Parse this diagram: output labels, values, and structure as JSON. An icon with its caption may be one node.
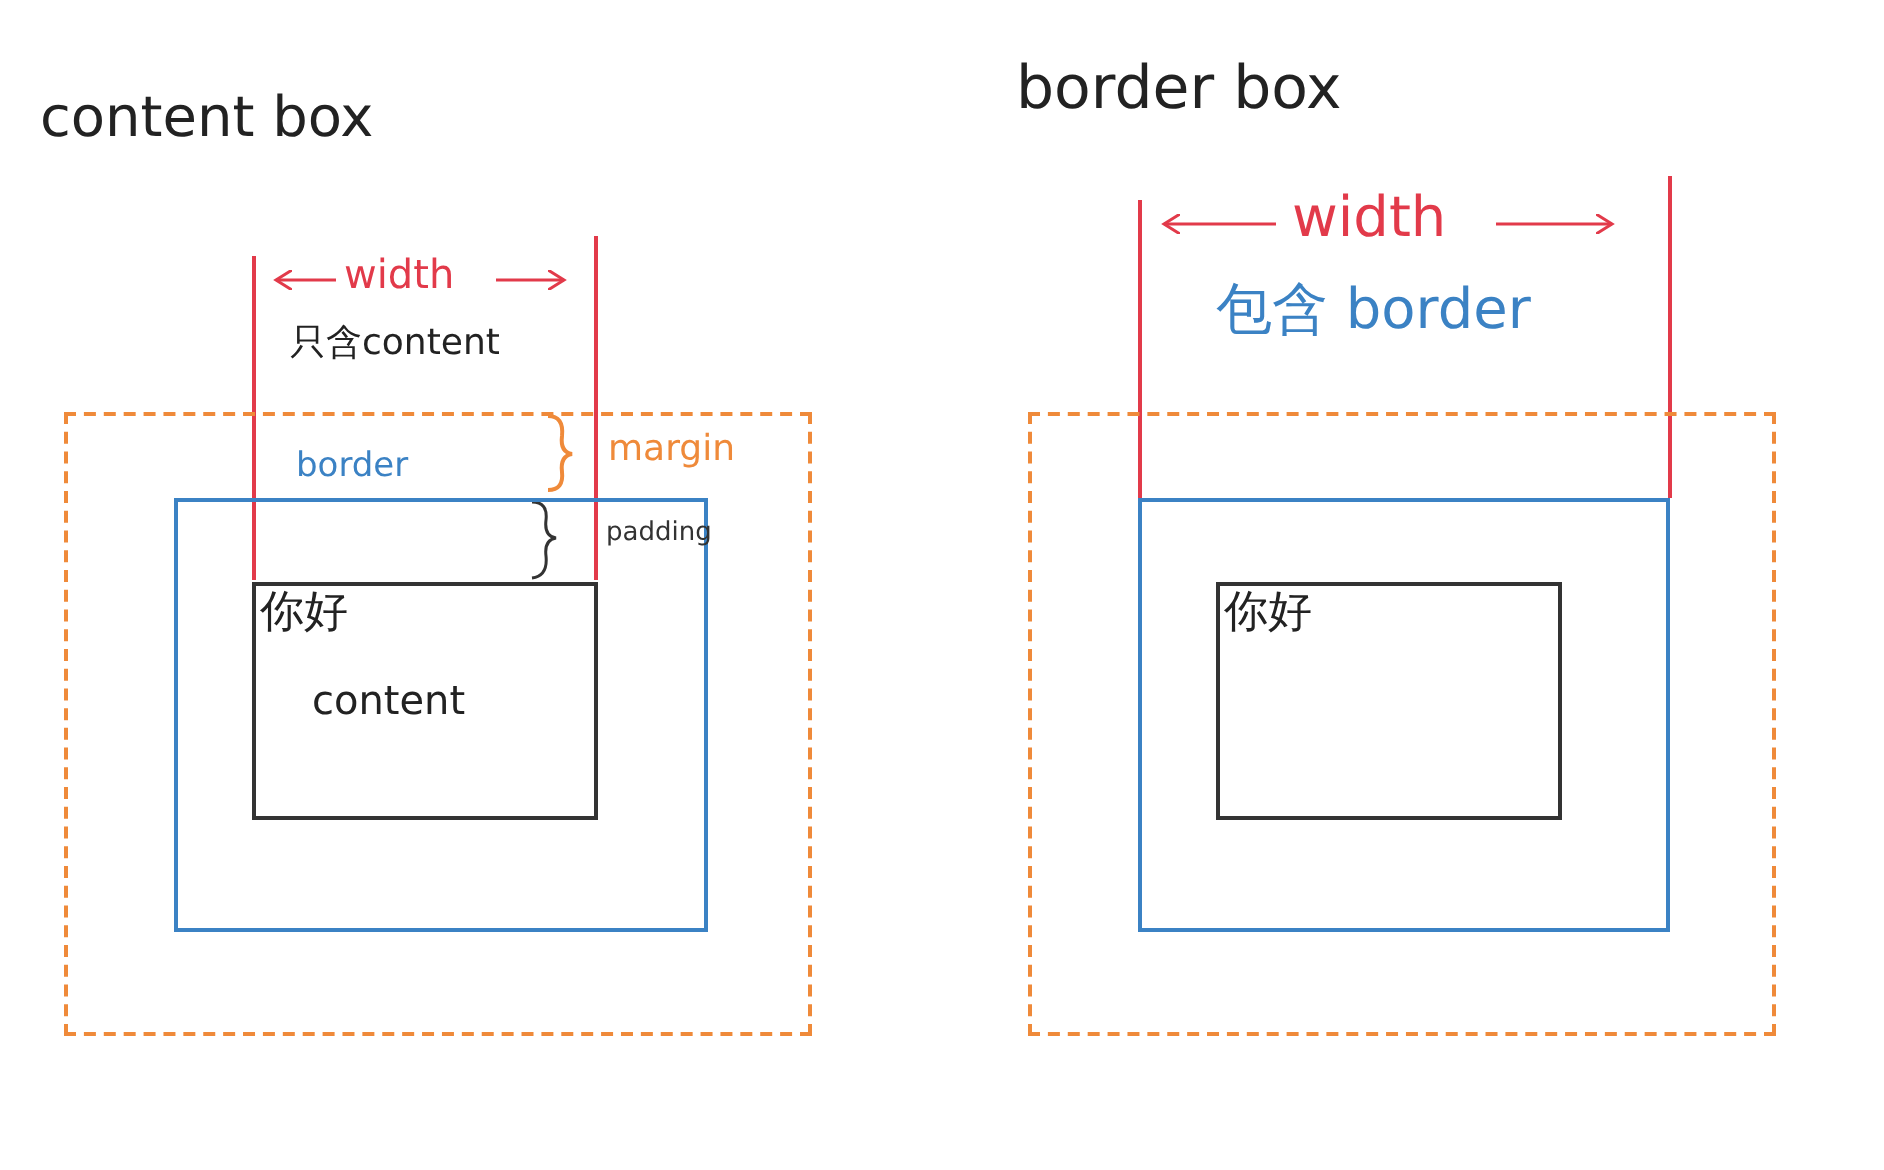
{
  "diagram": {
    "nodes": [
      {
        "text": [],
        "shape": "box"
      },
      {
        "text": [],
        "shape": "box",
        "in": 0
      },
      {
        "text": [
          "你好",
          "content"
        ],
        "in": 1
      },
      {
        "text": [],
        "shape": "box"
      },
      {
        "text": [],
        "shape": "box",
        "in": 3
      },
      {
        "text": [
          "你好"
        ],
        "in": 4
      }
    ],
    "edges": [],
    "labels": [
      "content box",
      "width",
      "只含content",
      "border",
      "margin",
      "padding",
      "border box",
      "width",
      "包含 border"
    ]
  }
}
